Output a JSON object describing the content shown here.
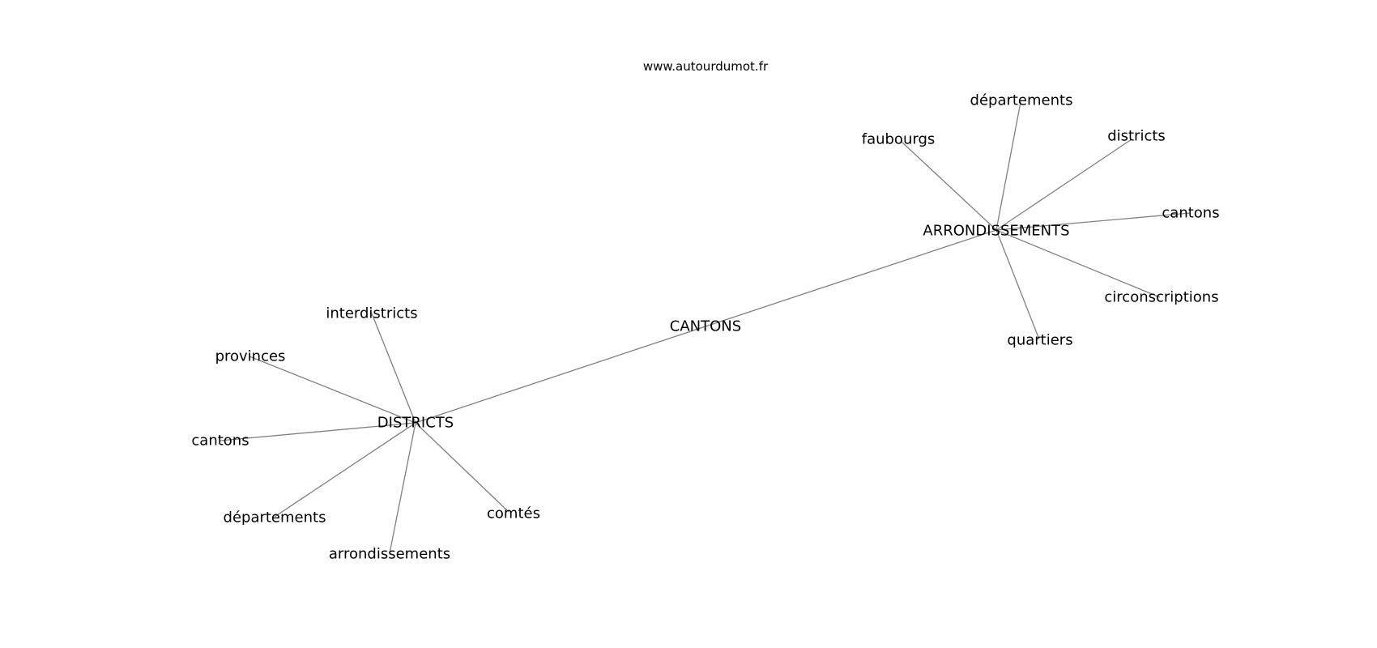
{
  "watermark": "www.autourdumot.fr",
  "colors": {
    "background": "#ffffff",
    "edge": "#808080",
    "text": "#000000"
  },
  "nodes": {
    "cantons_center": "CANTONS",
    "arrondissements_hub": "ARRONDISSEMENTS",
    "districts_hub": "DISTRICTS",
    "arr_departements": "départements",
    "arr_faubourgs": "faubourgs",
    "arr_districts": "districts",
    "arr_cantons": "cantons",
    "arr_circonscriptions": "circonscriptions",
    "arr_quartiers": "quartiers",
    "dis_interdistricts": "interdistricts",
    "dis_provinces": "provinces",
    "dis_cantons": "cantons",
    "dis_departements": "départements",
    "dis_arrondissements": "arrondissements",
    "dis_comtes": "comtés"
  }
}
